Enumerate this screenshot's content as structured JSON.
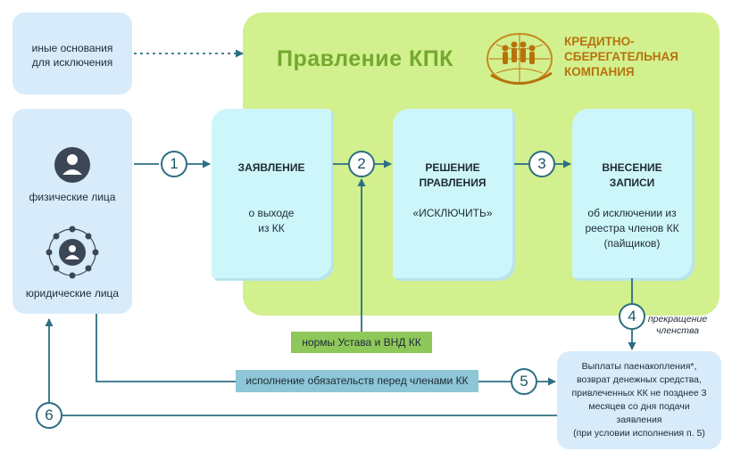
{
  "title": "Правление КПК",
  "logo": {
    "line1": "КРЕДИТНО-",
    "line2": "СБЕРЕГАТЕЛЬНАЯ",
    "line3": "КОМПАНИЯ"
  },
  "other_grounds": {
    "line1": "иные основания",
    "line2": "для исключения"
  },
  "persons": {
    "individuals": "физические лица",
    "legal_entities": "юридические лица"
  },
  "cards": [
    {
      "heading": [
        "ЗАЯВЛЕНИЕ"
      ],
      "body": [
        "о выходе",
        "из КК"
      ]
    },
    {
      "heading": [
        "РЕШЕНИЕ",
        "ПРАВЛЕНИЯ"
      ],
      "body": [
        "«ИСКЛЮЧИТЬ»"
      ]
    },
    {
      "heading": [
        "ВНЕСЕНИЕ",
        "ЗАПИСИ"
      ],
      "body": [
        "об исключении из",
        "реестра членов КК",
        "(пайщиков)"
      ]
    }
  ],
  "steps": [
    "1",
    "2",
    "3",
    "4",
    "5",
    "6"
  ],
  "norms": "нормы Устава и ВНД КК",
  "obligations": "исполнение обязательств перед членами КК",
  "membership_end": {
    "line1": "прекращение",
    "line2": "членства"
  },
  "payouts": {
    "line1": "Выплаты паенакопления*,",
    "line2": "возврат денежных средства,",
    "line3": "привлеченных КК не позднее 3",
    "line4": "месяцев со дня подачи",
    "line5": "заявления",
    "line6": "(при условии исполнения п. 5)"
  },
  "colors": {
    "board_panel": "#d2f08e",
    "board_title": "#75a82e",
    "card": "#cdf6fb",
    "person_box": "#d7ebfb",
    "norms": "#8fc85a",
    "obligations": "#8dc6d6",
    "arrows": "#2c6e82",
    "logo": "#b8720c"
  }
}
